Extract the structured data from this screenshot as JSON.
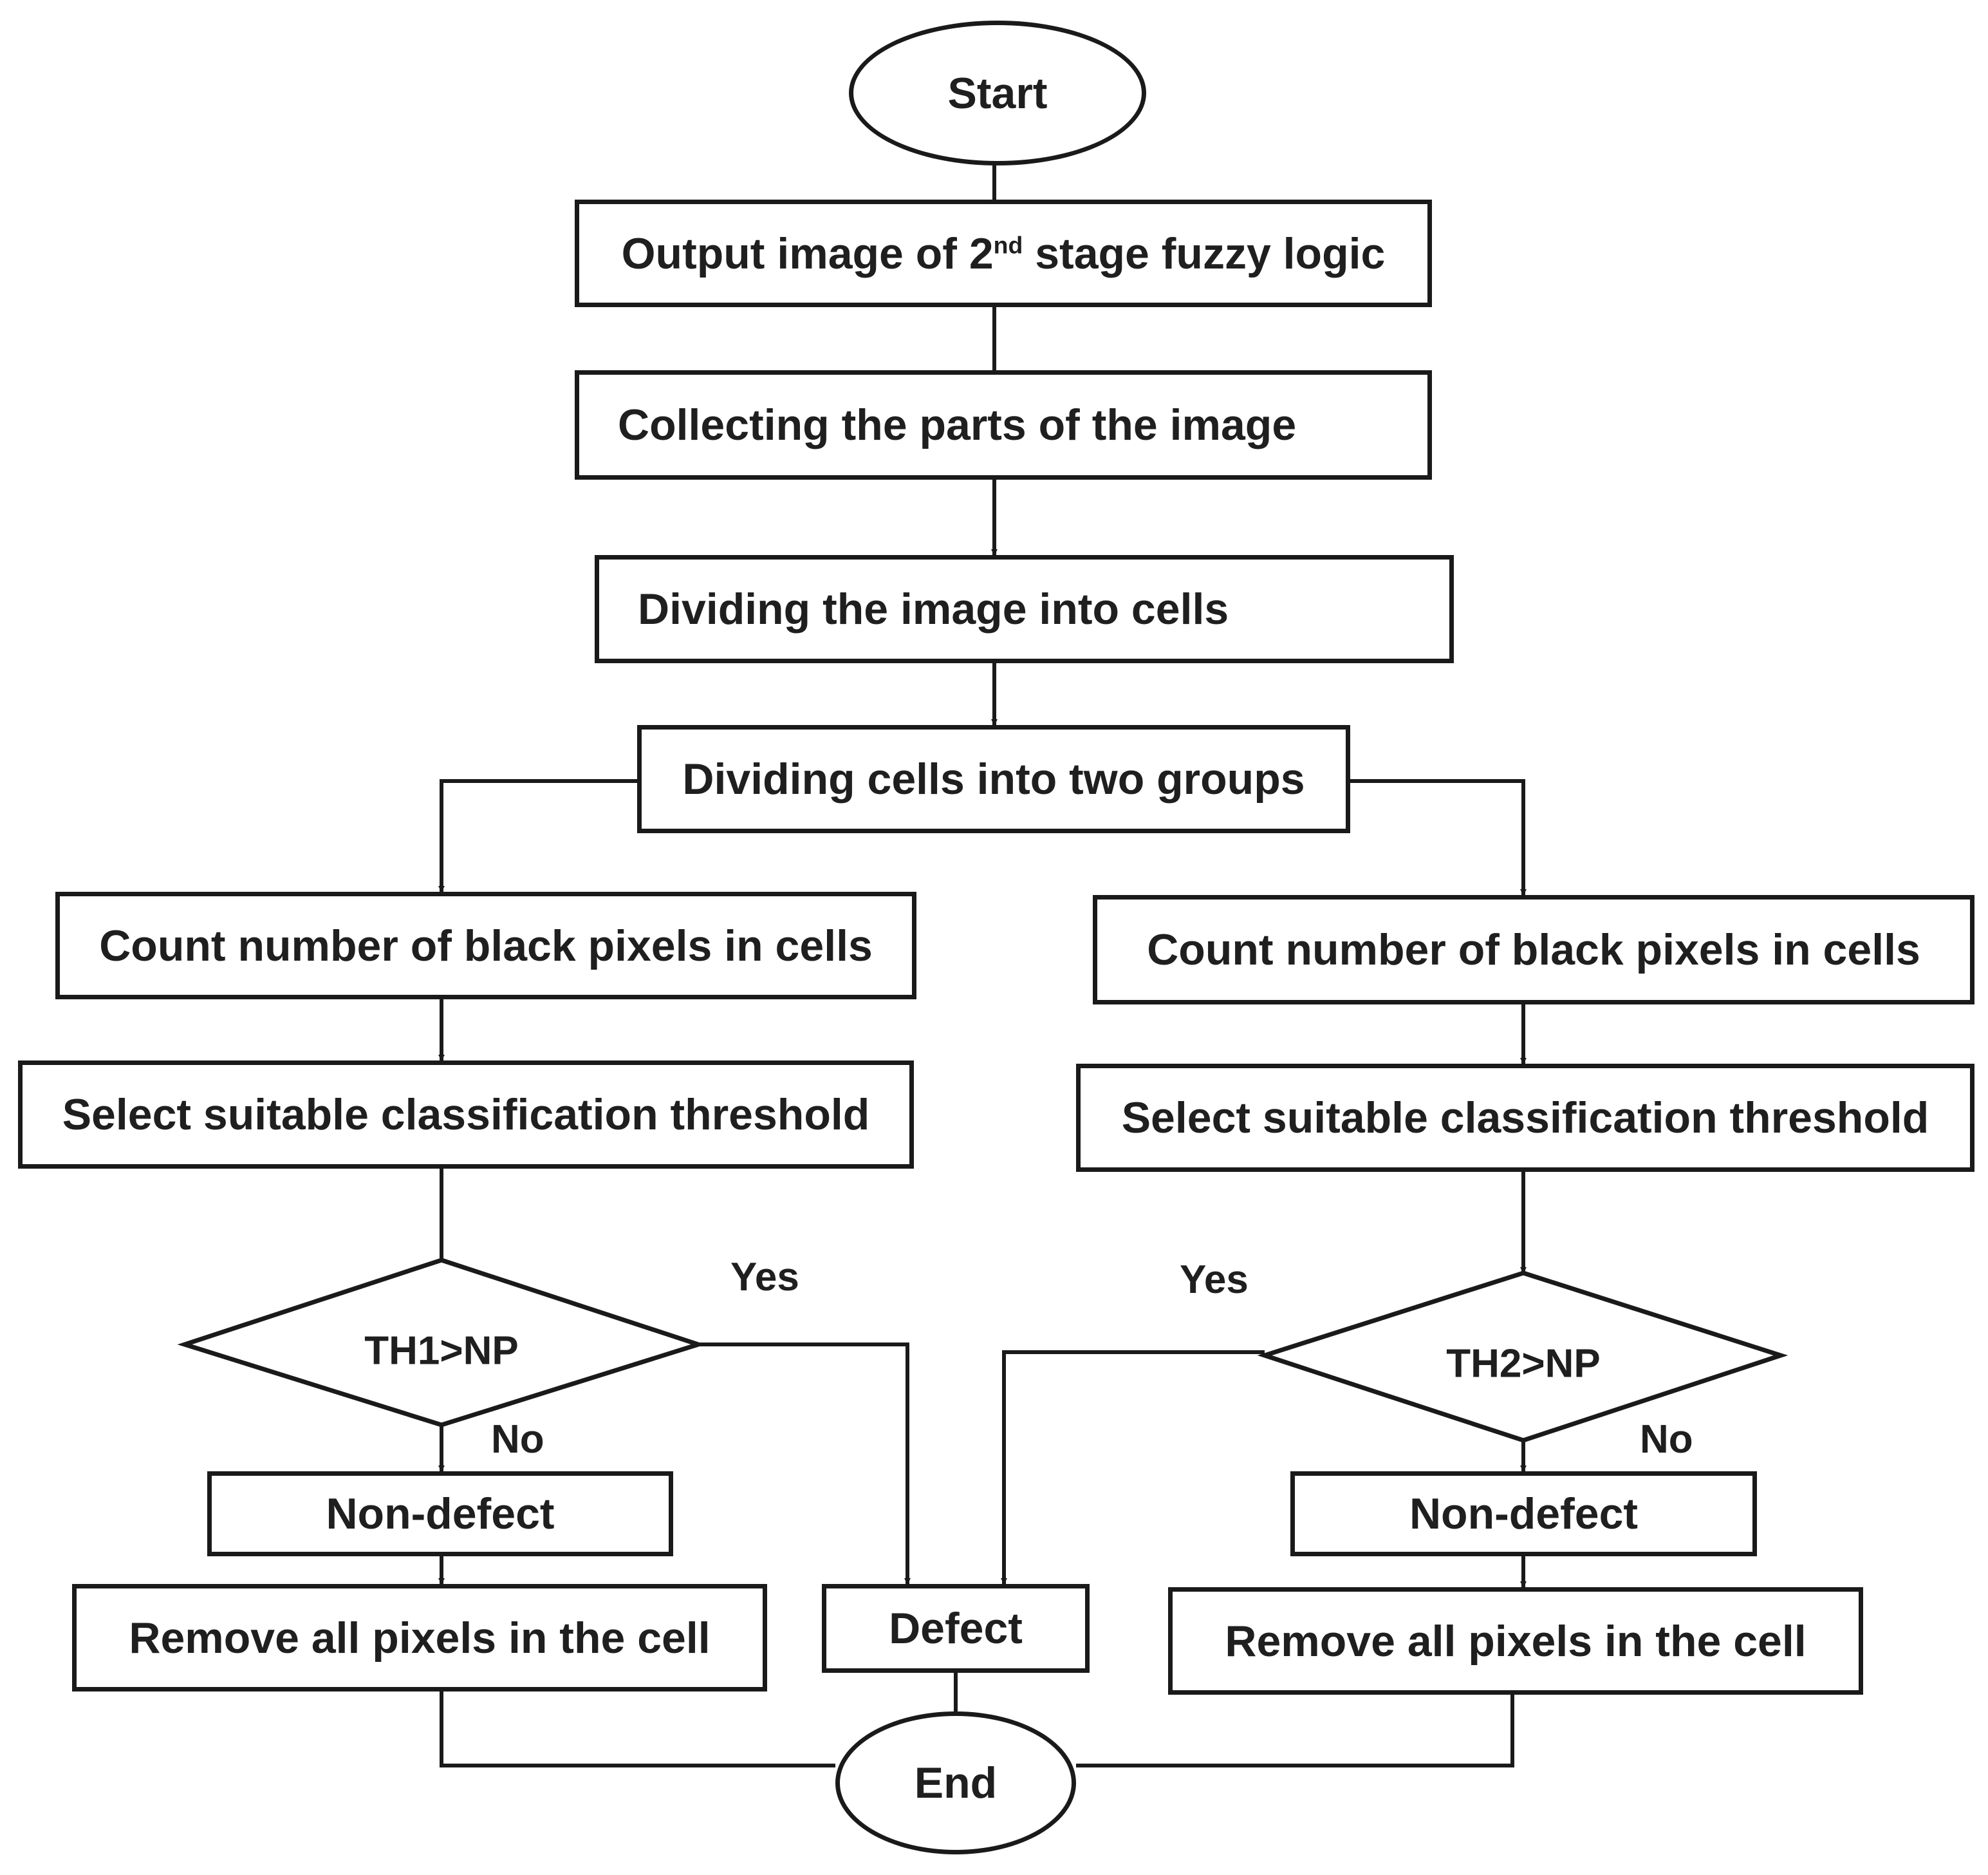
{
  "flowchart": {
    "start": "Start",
    "output_image": {
      "text": "Output image of 2",
      "sup": "nd",
      "text_after": " stage fuzzy logic"
    },
    "collecting": "Collecting the parts of the image",
    "dividing_image": "Dividing the image into cells",
    "dividing_cells": "Dividing cells into two groups",
    "left_branch": {
      "count": "Count number of black pixels in cells",
      "select": "Select suitable classification threshold",
      "decision": "TH1>NP",
      "yes_label": "Yes",
      "no_label": "No",
      "non_defect": "Non-defect",
      "remove": "Remove all pixels in the cell"
    },
    "right_branch": {
      "count": "Count number of black pixels in cells",
      "select": "Select suitable classification threshold",
      "decision": "TH2>NP",
      "yes_label": "Yes",
      "no_label": "No",
      "non_defect": "Non-defect",
      "remove": "Remove all pixels in the cell"
    },
    "defect": "Defect",
    "end": "End"
  }
}
